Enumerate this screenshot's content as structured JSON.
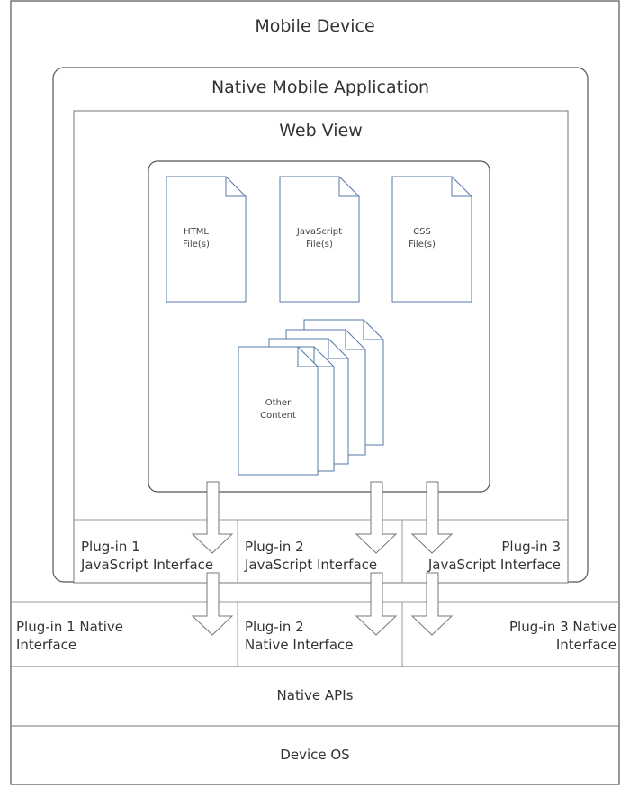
{
  "mobile_device": {
    "title": "Mobile Device"
  },
  "native_app": {
    "title": "Native Mobile Application"
  },
  "web_view": {
    "title": "Web View"
  },
  "files": {
    "html": "HTML\nFile(s)",
    "javascript": "JavaScript\nFile(s)",
    "css": "CSS\nFile(s)",
    "other": "Other\nContent"
  },
  "plugin_js_interfaces": [
    {
      "line1": "Plug-in 1",
      "line2": "JavaScript Interface"
    },
    {
      "line1": "Plug-in 2",
      "line2": "JavaScript Interface"
    },
    {
      "line1": "Plug-in 3",
      "line2": "JavaScript Interface"
    }
  ],
  "plugin_native_interfaces": [
    {
      "line1": "Plug-in 1 Native",
      "line2": "Interface"
    },
    {
      "line1": "Plug-in 2",
      "line2": "Native Interface"
    },
    {
      "line1": "Plug-in 3 Native",
      "line2": "Interface"
    }
  ],
  "layers": {
    "native_apis": "Native APIs",
    "device_os": "Device OS"
  }
}
